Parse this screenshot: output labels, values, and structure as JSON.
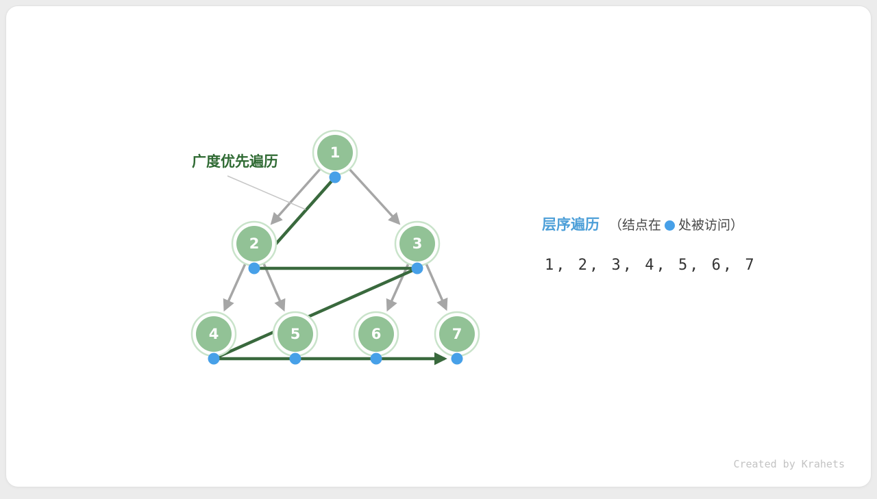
{
  "diagram": {
    "bfs_label": "广度优先遍历",
    "nodes": [
      {
        "value": "1"
      },
      {
        "value": "2"
      },
      {
        "value": "3"
      },
      {
        "value": "4"
      },
      {
        "value": "5"
      },
      {
        "value": "6"
      },
      {
        "value": "7"
      }
    ],
    "edges": [
      [
        "1",
        "2"
      ],
      [
        "1",
        "3"
      ],
      [
        "2",
        "4"
      ],
      [
        "2",
        "5"
      ],
      [
        "3",
        "6"
      ],
      [
        "3",
        "7"
      ]
    ],
    "traversal_order": [
      "1",
      "2",
      "3",
      "4",
      "5",
      "6",
      "7"
    ]
  },
  "caption": {
    "title": "层序遍历",
    "note_prefix": "（结点在",
    "note_suffix": "处被访问）",
    "sequence": "1, 2, 3, 4, 5, 6, 7"
  },
  "watermark": "Created by Krahets",
  "colors": {
    "node_fill": "#92c296",
    "node_ring": "#c9e3ca",
    "edge_gray": "#a6a6a6",
    "traversal_green": "#39693d",
    "visit_dot_blue": "#47a0e8",
    "title_blue": "#4d9fd8",
    "bfs_label_green": "#2f6a33"
  }
}
